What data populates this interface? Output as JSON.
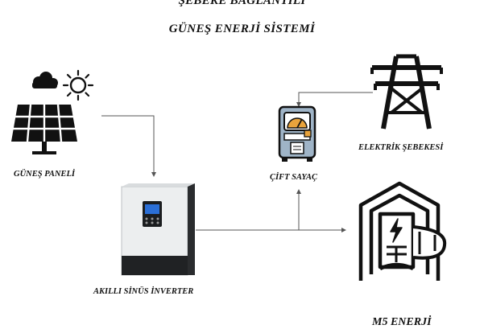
{
  "title": {
    "line1": "ŞEBEKE BAĞLANTILI",
    "line2": "GÜNEŞ ENERJİ SİSTEMİ"
  },
  "components": {
    "solar_panel": "GÜNEŞ PANELİ",
    "power_grid": "ELEKTRİK ŞEBEKESİ",
    "dual_meter": "ÇİFT SAYAÇ",
    "inverter": "AKILLI SİNÜS İNVERTER",
    "brand": "M5 ENERJİ"
  },
  "icons": [
    "sun-icon",
    "cloud-icon",
    "solar-panel-icon",
    "transmission-tower-icon",
    "electric-meter-icon",
    "inverter-device",
    "energy-house-icon"
  ],
  "colors": {
    "line": "#555555",
    "icon": "#111111",
    "meter_accent": "#e8a33c",
    "meter_body": "#9fb4c7"
  }
}
